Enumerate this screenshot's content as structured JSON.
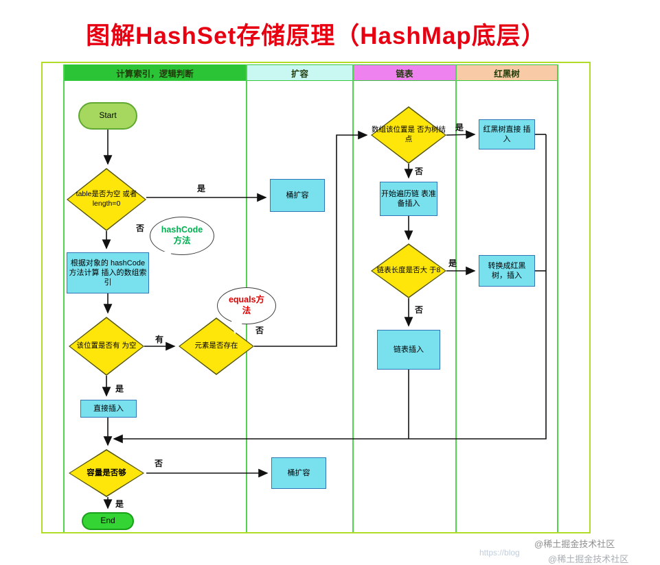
{
  "title": "图解HashSet存储原理（HashMap底层）",
  "lanes": {
    "lane1": "计算索引，逻辑判断",
    "lane2": "扩容",
    "lane3": "链表",
    "lane4": "红黑树"
  },
  "nodes": {
    "start": "Start",
    "table_check": "table是否为空\n或者length=0",
    "bucket_expand_top": "桶扩容",
    "hashcode_note": "hashCode\n方法",
    "calc_index": "根据对象的\nhashCode方法计算\n插入的数组索引",
    "slot_check": "该位置是否有\n为空",
    "equals_note": "equals方\n法",
    "exists_check": "元素是否存在",
    "direct_insert": "直接插入",
    "tree_check": "数组该位置是\n否为树结点",
    "rbtree_insert": "红黑树直接\n插入",
    "traverse_list": "开始遍历链\n表准备插入",
    "length_check": "链表长度是否大\n于8",
    "convert_rbtree": "转换成红黑\n树，插入",
    "list_insert": "链表插入",
    "capacity_check": "容量是否够",
    "bucket_expand_bottom": "桶扩容",
    "end": "End"
  },
  "edge_labels": {
    "table_yes": "是",
    "table_no": "否",
    "slot_has": "有",
    "slot_yes": "是",
    "exists_no": "否",
    "tree_yes": "是",
    "tree_no": "否",
    "length_yes": "是",
    "length_no": "否",
    "capacity_no": "否",
    "capacity_yes": "是"
  },
  "watermarks": {
    "badge1": "@稀土掘金技术社区",
    "badge2": "@稀土掘金技术社区",
    "url": "https://blog"
  },
  "colors": {
    "title": "#e60012",
    "lane1_bg": "#2bc437",
    "lane2_bg": "#c9f8f3",
    "lane3_bg": "#ee82ee",
    "lane4_bg": "#f8cba6",
    "diamond_fill": "#ffe60a",
    "process_fill": "#79e0ee",
    "process_border": "#2f74b5",
    "start_fill": "#a6d860",
    "end_fill": "#35d435",
    "frame_border": "#b0dc28",
    "hashcode_text": "#00b050",
    "equals_text": "#e00000"
  }
}
